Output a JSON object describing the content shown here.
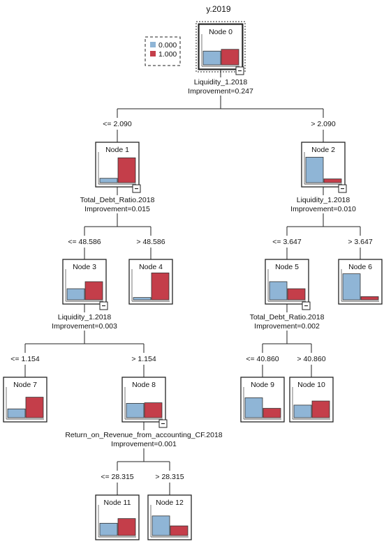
{
  "title": "y.2019",
  "legend": [
    {
      "label": "0.000",
      "color": "#8fb5d6"
    },
    {
      "label": "1.000",
      "color": "#c43e4a"
    }
  ],
  "colors": {
    "class0": "#8fb5d6",
    "class1": "#c43e4a",
    "line": "#222222"
  },
  "nodes": [
    {
      "id": 0,
      "label": "Node 0",
      "class0": 0.47,
      "class1": 0.53,
      "collapse": "–",
      "split": {
        "variable": "Liquidity_1.2018",
        "improvement": "Improvement=0.247"
      }
    },
    {
      "id": 1,
      "label": "Node 1",
      "parent": 0,
      "edge_label": "<= 2.090",
      "class0": 0.15,
      "class1": 0.85,
      "collapse": "–",
      "split": {
        "variable": "Total_Debt_Ratio.2018",
        "improvement": "Improvement=0.015"
      }
    },
    {
      "id": 2,
      "label": "Node 2",
      "parent": 0,
      "edge_label": "> 2.090",
      "class0": 0.87,
      "class1": 0.13,
      "collapse": "–",
      "split": {
        "variable": "Liquidity_1.2018",
        "improvement": "Improvement=0.010"
      }
    },
    {
      "id": 3,
      "label": "Node 3",
      "parent": 1,
      "edge_label": "<= 48.586",
      "class0": 0.38,
      "class1": 0.62,
      "collapse": "–",
      "split": {
        "variable": "Liquidity_1.2018",
        "improvement": "Improvement=0.003"
      }
    },
    {
      "id": 4,
      "label": "Node 4",
      "parent": 1,
      "edge_label": "> 48.586",
      "class0": 0.08,
      "class1": 0.92
    },
    {
      "id": 5,
      "label": "Node 5",
      "parent": 2,
      "edge_label": "<= 3.647",
      "class0": 0.62,
      "class1": 0.38,
      "collapse": "–",
      "split": {
        "variable": "Total_Debt_Ratio.2018",
        "improvement": "Improvement=0.002"
      }
    },
    {
      "id": 6,
      "label": "Node 6",
      "parent": 2,
      "edge_label": "> 3.647",
      "class0": 0.89,
      "class1": 0.11
    },
    {
      "id": 7,
      "label": "Node 7",
      "parent": 3,
      "edge_label": "<= 1.154",
      "class0": 0.3,
      "class1": 0.7
    },
    {
      "id": 8,
      "label": "Node 8",
      "parent": 3,
      "edge_label": "> 1.154",
      "class0": 0.49,
      "class1": 0.51,
      "collapse": "–",
      "split": {
        "variable": "Return_on_Revenue_from_accounting_CF.2018",
        "improvement": "Improvement=0.001"
      }
    },
    {
      "id": 9,
      "label": "Node  9",
      "parent": 5,
      "edge_label": "<= 40.860",
      "class0": 0.68,
      "class1": 0.32
    },
    {
      "id": 10,
      "label": "Node 10",
      "parent": 5,
      "edge_label": "> 40.860",
      "class0": 0.43,
      "class1": 0.57
    },
    {
      "id": 11,
      "label": "Node 11",
      "parent": 8,
      "edge_label": "<= 28.315",
      "class0": 0.42,
      "class1": 0.58
    },
    {
      "id": 12,
      "label": "Node 12",
      "parent": 8,
      "edge_label": "> 28.315",
      "class0": 0.67,
      "class1": 0.33
    }
  ]
}
